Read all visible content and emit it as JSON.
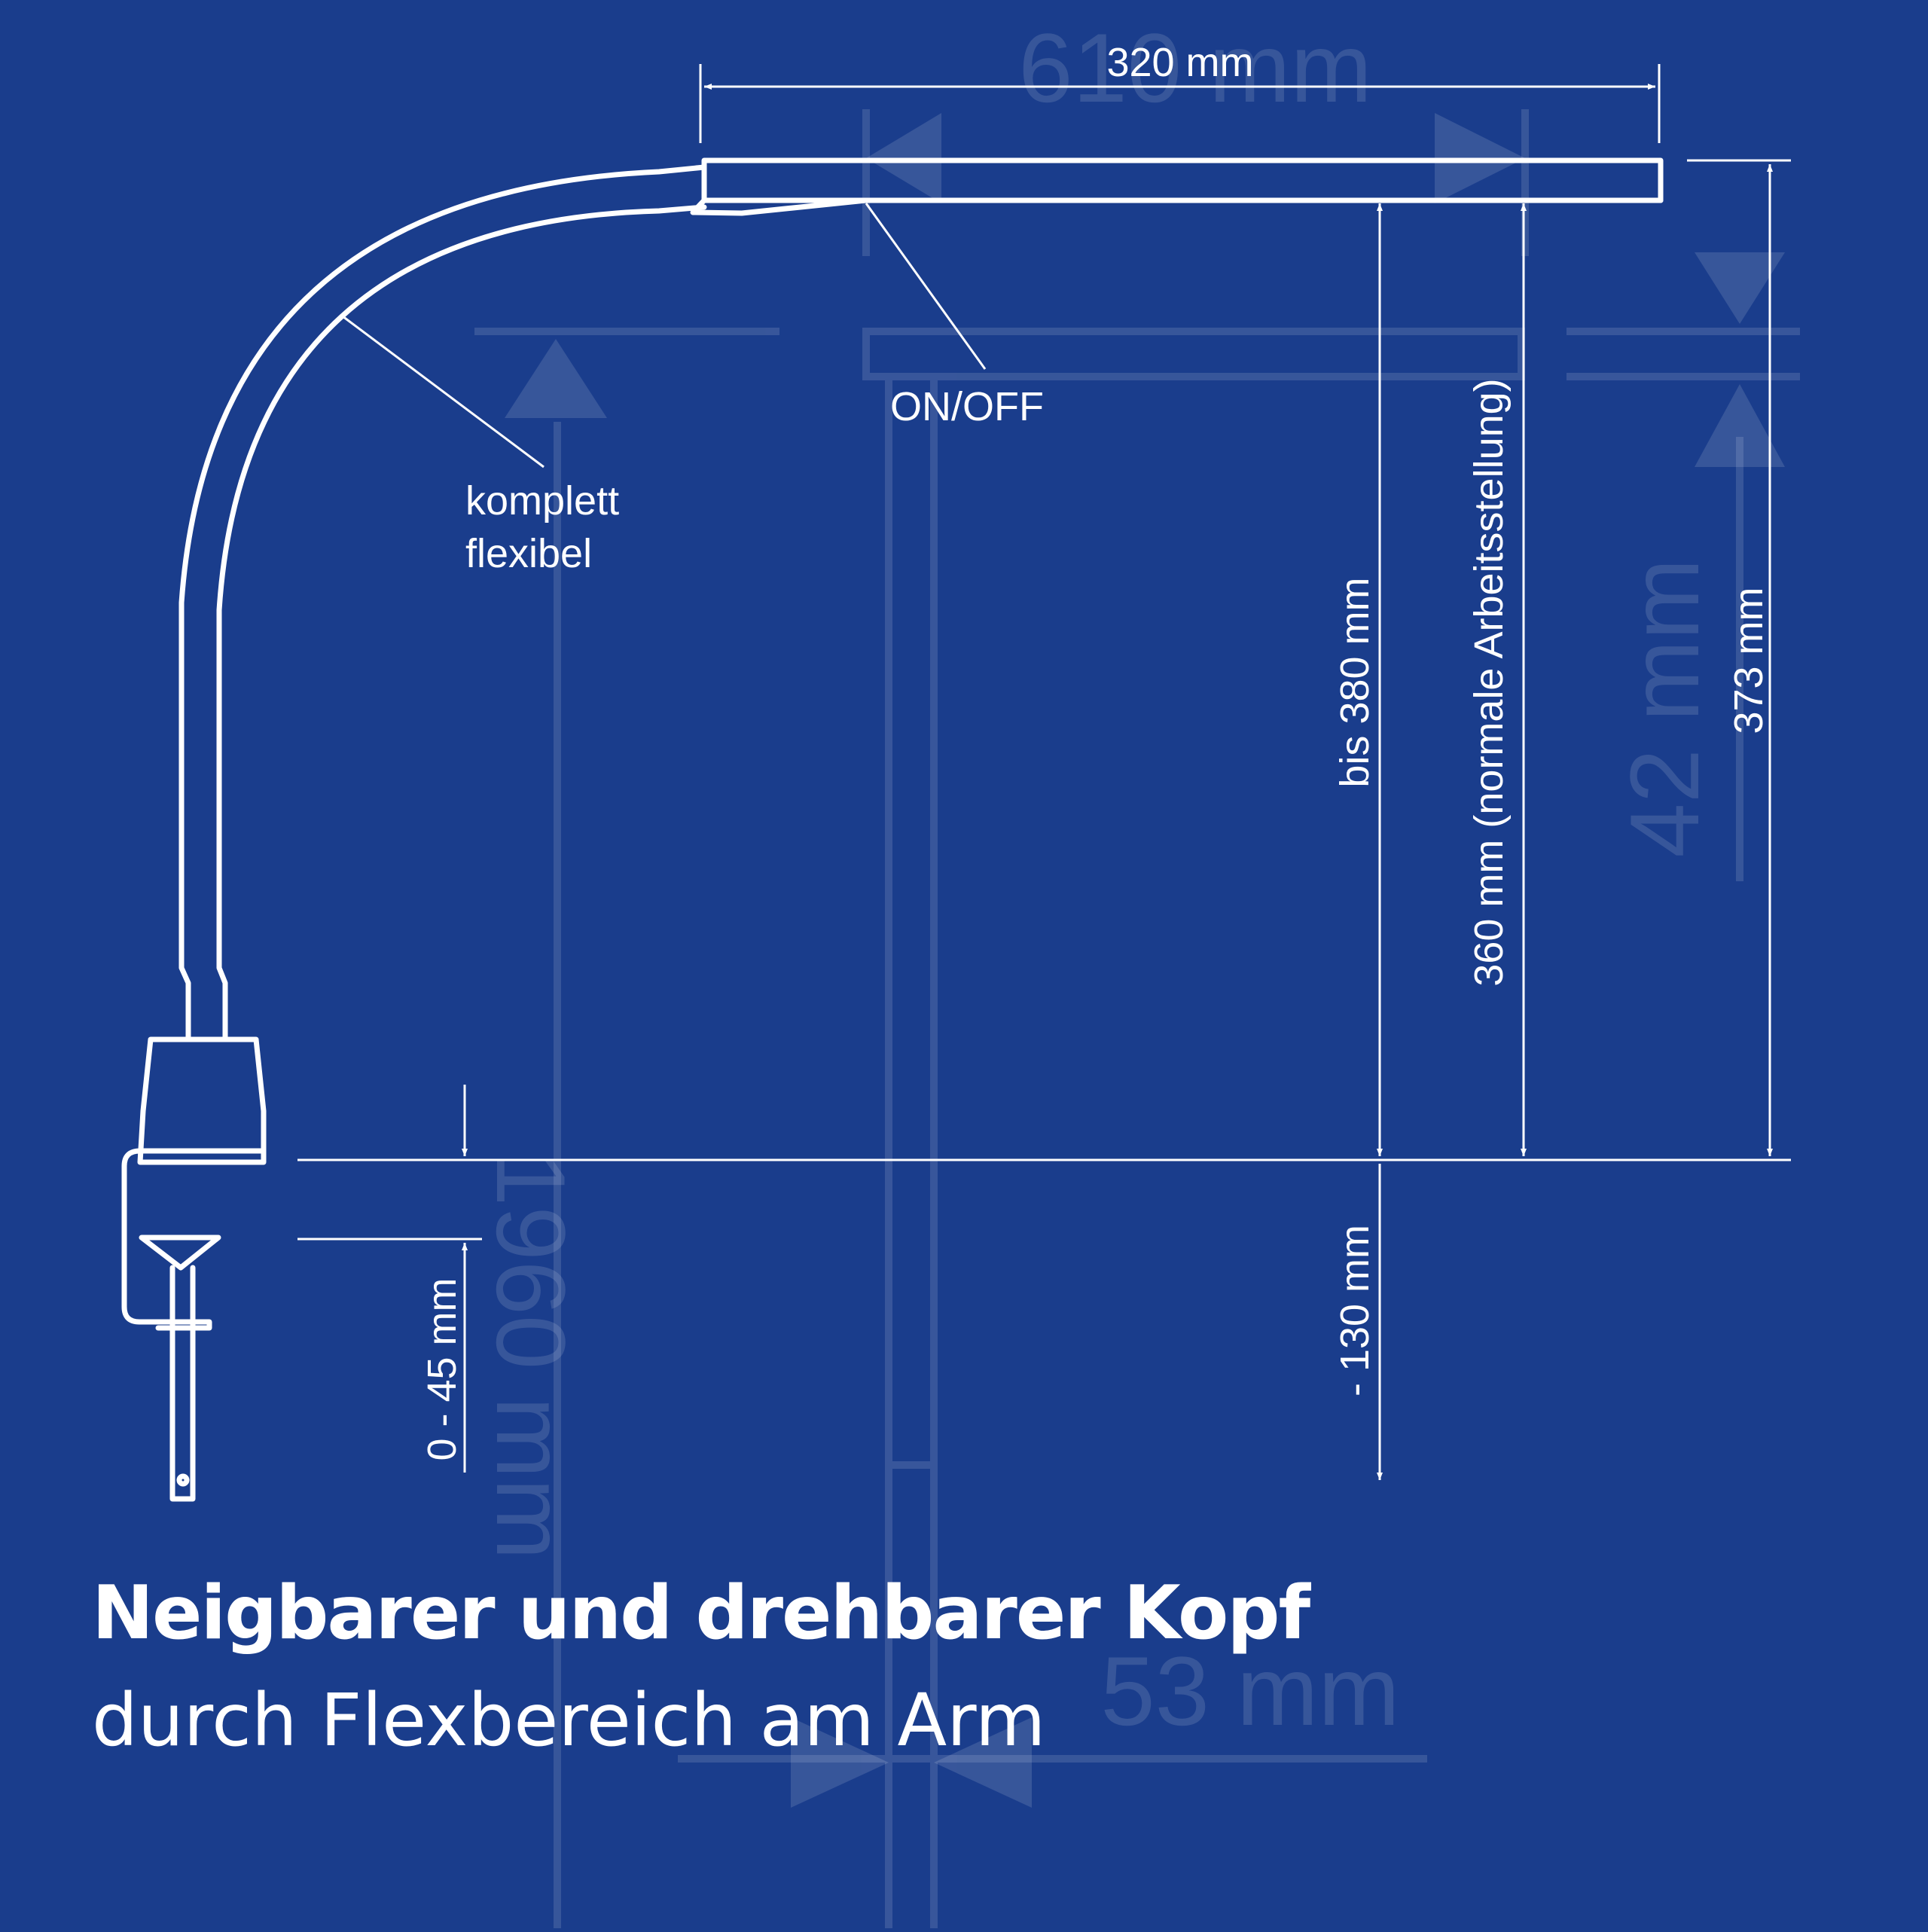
{
  "colors": {
    "background": "#1a3d8c",
    "line": "#ffffff",
    "ghost": "#ffffff"
  },
  "dimensions": {
    "width": "320 mm",
    "height_max": "bis 380 mm",
    "height_normal": "360 mm (normale Arbeitsstellung)",
    "height_total": "373 mm",
    "depth_below": "- 130 mm",
    "clamp_range": "0 - 45 mm"
  },
  "labels": {
    "switch": "ON/OFF",
    "flex_line1": "komplett",
    "flex_line2": "flexibel"
  },
  "background_ghost": {
    "top": "610 mm",
    "right": "42 mm",
    "left": "1960 mm",
    "bottom": "53 mm"
  },
  "caption": {
    "title": "Neigbarer und drehbarer Kopf",
    "subtitle": "durch Flexbereich am Arm"
  }
}
